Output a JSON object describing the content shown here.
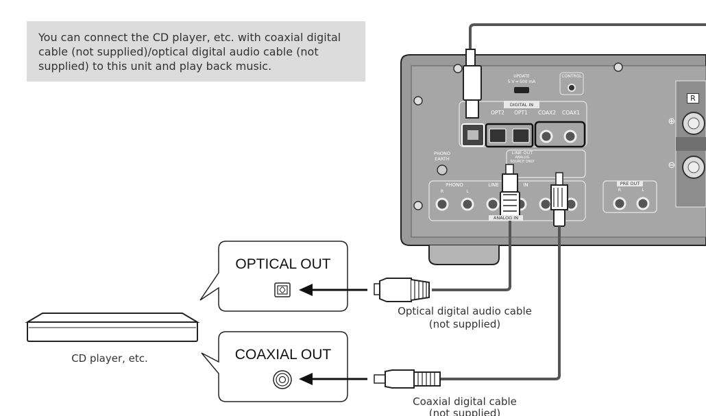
{
  "note": {
    "text": "You can connect the CD player, etc. with coaxial digital cable (not supplied)/optical digital audio cable (not supplied) to this unit and play back music."
  },
  "unit_panel": {
    "update_label": "UPDATE",
    "update_spec": "5 V ═ 500 mA",
    "control_label": "CONTROL",
    "digital_in_label": "DIGITAL IN",
    "digital_in_ports": [
      "OPT2",
      "OPT1",
      "COAX2",
      "COAX1"
    ],
    "phono_earth_label": "PHONO EARTH",
    "line_out_label": "LINE OUT",
    "line_out_sub": "ANALOG SOURCE ONLY",
    "phono_label": "PHONO",
    "line_label": "LINE",
    "in_label": "IN",
    "analog_in_label": "ANALOG IN",
    "pre_out_label": "PRE OUT",
    "channel_right": "R",
    "channel_left": "L",
    "speaker_channel": "R",
    "plus_sign": "⊕",
    "minus_sign": "⊖"
  },
  "callouts": {
    "optical_out": "OPTICAL OUT",
    "coaxial_out": "COAXIAL OUT"
  },
  "labels": {
    "cd_player": "CD player, etc.",
    "optical_cable_line1": "Optical digital audio cable",
    "optical_cable_line2": "(not supplied)",
    "coaxial_cable_line1": "Coaxial digital cable",
    "coaxial_cable_line2": "(not supplied)"
  },
  "colors": {
    "panel": "#9a9a9a",
    "panel_dark": "#7c7c7c",
    "note_bg": "#dcdcdc",
    "cable": "#555555"
  }
}
